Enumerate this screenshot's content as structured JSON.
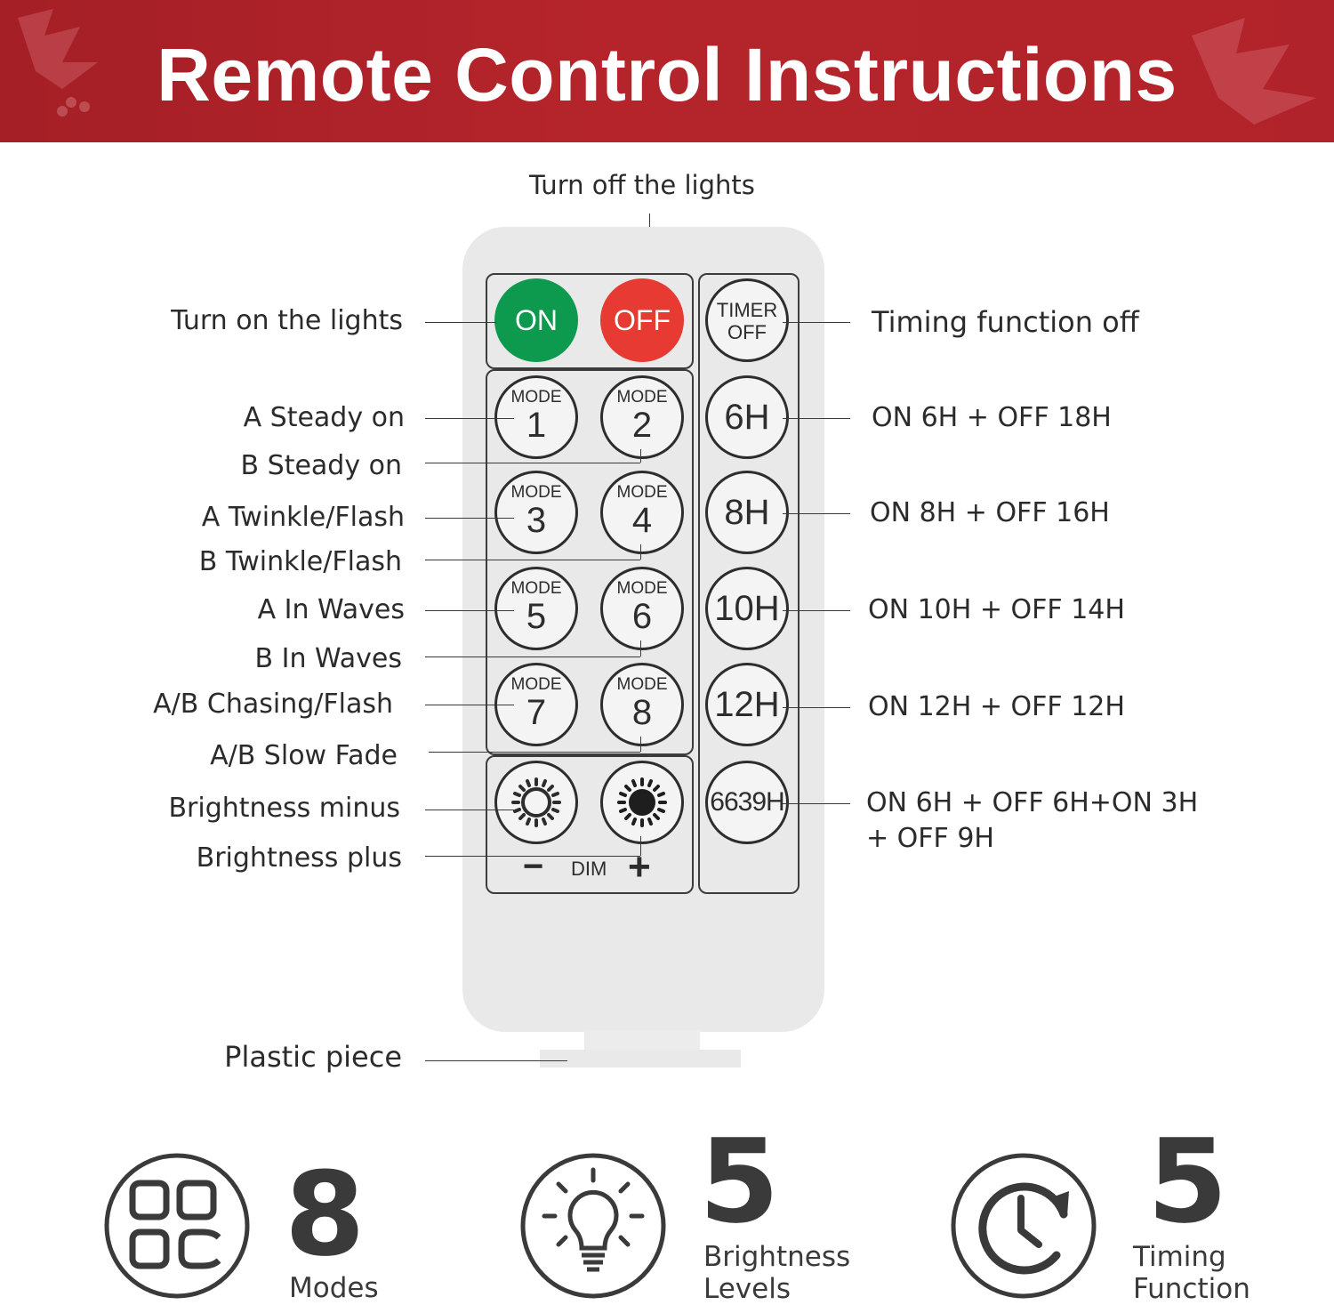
{
  "banner": {
    "title": "Remote Control Instructions"
  },
  "top_label": "Turn off the lights",
  "left_labels": {
    "turn_on": "Turn on the lights",
    "a_steady": "A Steady on",
    "b_steady": "B Steady on",
    "a_twinkle": "A Twinkle/Flash",
    "b_twinkle": "B Twinkle/Flash",
    "a_waves": "A In Waves",
    "b_waves": "B In Waves",
    "ab_chasing": "A/B Chasing/Flash",
    "ab_fade": "A/B Slow Fade",
    "bright_minus": "Brightness minus",
    "bright_plus": "Brightness plus",
    "plastic": "Plastic piece"
  },
  "right_labels": {
    "timer_off": "Timing function off",
    "t6": "ON 6H + OFF 18H",
    "t8": "ON 8H + OFF 16H",
    "t10": "ON 10H + OFF 14H",
    "t12": "ON 12H + OFF 12H",
    "t6639_line1": "ON 6H + OFF 6H+ON 3H",
    "t6639_line2": "+ OFF 9H"
  },
  "remote": {
    "on": "ON",
    "off": "OFF",
    "mode_word": "MODE",
    "modes": [
      "1",
      "2",
      "3",
      "4",
      "5",
      "6",
      "7",
      "8"
    ],
    "timer_off_line1": "TIMER",
    "timer_off_line2": "OFF",
    "timers": [
      "6H",
      "8H",
      "10H",
      "12H",
      "6639H"
    ],
    "dim_minus": "−",
    "dim": "DIM",
    "dim_plus": "+"
  },
  "features": [
    {
      "number": "8",
      "text_line1": "Modes",
      "text_line2": "",
      "icon": "grid-icon"
    },
    {
      "number": "5",
      "text_line1": "Brightness",
      "text_line2": "Levels",
      "icon": "lightbulb-icon"
    },
    {
      "number": "5",
      "text_line1": "Timing",
      "text_line2": "Function",
      "icon": "clock-refresh-icon"
    }
  ],
  "colors": {
    "banner": "#b1232a",
    "on_button": "#0e9a4e",
    "off_button": "#e63a32",
    "remote_body": "#e9e9e9"
  }
}
